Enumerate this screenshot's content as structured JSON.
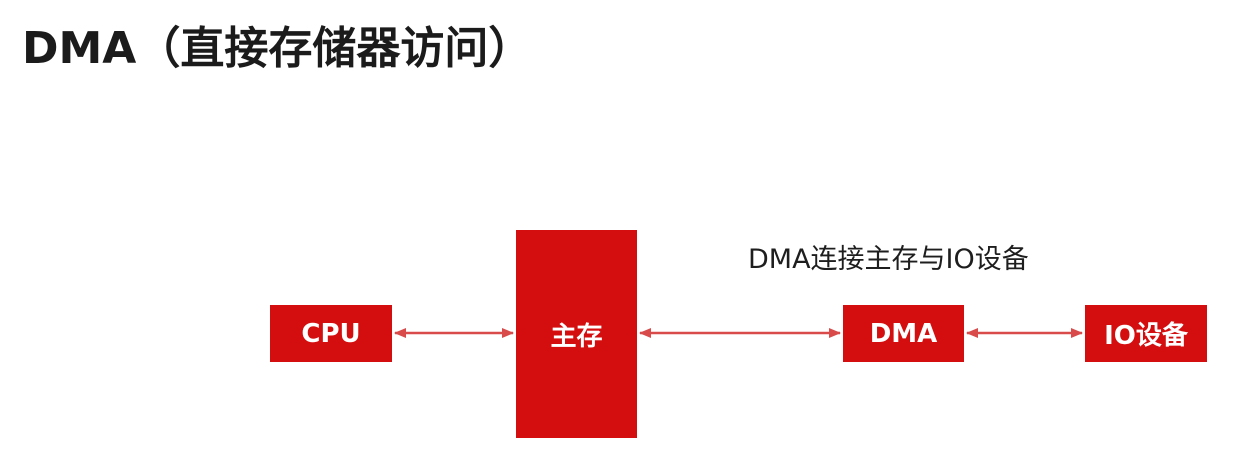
{
  "title": "DMA（直接存储器访问）",
  "caption": "DMA连接主存与IO设备",
  "blocks": {
    "cpu": "CPU",
    "main_memory": "主存",
    "dma": "DMA",
    "io_device": "IO设备"
  },
  "colors": {
    "block_fill": "#d40e0e",
    "block_text": "#ffffff",
    "arrow": "#d94a4a",
    "title": "#1b1b1b"
  }
}
